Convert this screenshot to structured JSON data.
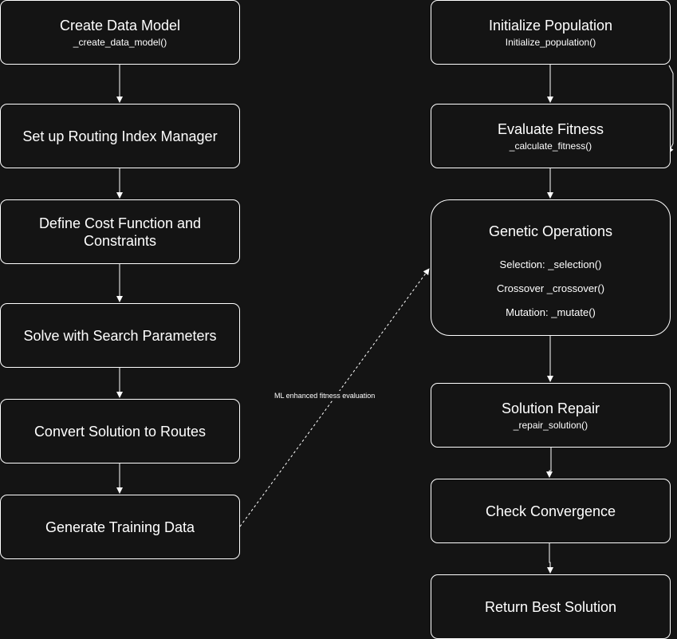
{
  "left_column": {
    "create_data_model": {
      "title": "Create Data Model",
      "subtitle": "_create_data_model()"
    },
    "routing_index_manager": {
      "title": "Set up Routing Index Manager"
    },
    "cost_function": {
      "title_line1": "Define Cost Function and",
      "title_line2": "Constraints"
    },
    "solve": {
      "title": "Solve with Search Parameters"
    },
    "convert": {
      "title": "Convert Solution to Routes"
    },
    "training_data": {
      "title": "Generate Training Data"
    }
  },
  "right_column": {
    "init_population": {
      "title": "Initialize Population",
      "subtitle": "Initialize_population()"
    },
    "evaluate_fitness": {
      "title": "Evaluate Fitness",
      "subtitle": "_calculate_fitness()"
    },
    "genetic_operations": {
      "title": "Genetic Operations",
      "operations": [
        "Selection: _selection()",
        "Crossover _crossover()",
        "Mutation: _mutate()"
      ]
    },
    "solution_repair": {
      "title": "Solution Repair",
      "subtitle": "_repair_solution()"
    },
    "check_convergence": {
      "title": "Check Convergence"
    },
    "return_best": {
      "title": "Return Best Solution"
    }
  },
  "edge_label": "ML enhanced fitness evaluation",
  "colors": {
    "background": "#141414",
    "stroke": "#ffffff",
    "text": "#ffffff"
  }
}
